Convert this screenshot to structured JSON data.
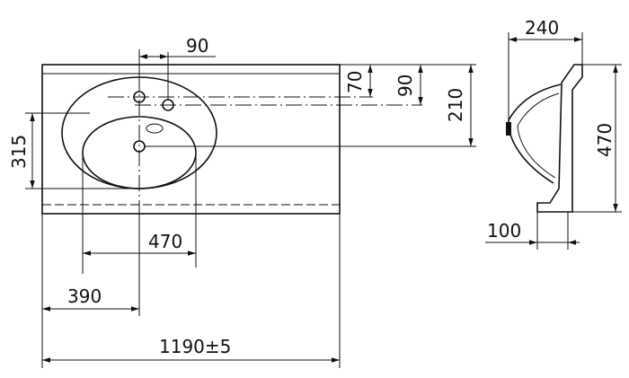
{
  "dimensions": {
    "hole_spacing": "90",
    "hole_offset_top": "70",
    "hole_offset_right": "90",
    "basin_depth": "210",
    "basin_width": "315",
    "bowl_width": "470",
    "bowl_offset": "390",
    "overall_width": "1190±5",
    "side_depth": "240",
    "side_height": "470",
    "side_bottom": "100"
  }
}
